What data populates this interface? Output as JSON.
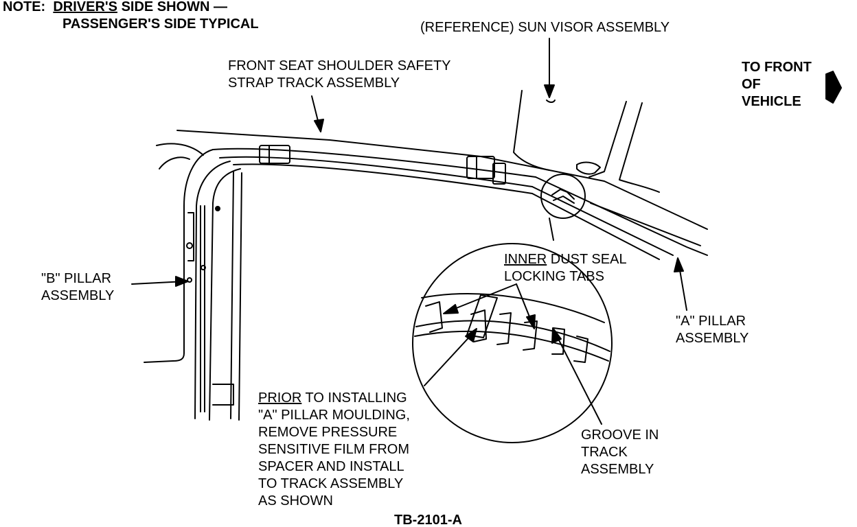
{
  "note": {
    "prefix": "NOTE:",
    "line1_underlined": "DRIVER'S",
    "line1_rest": " SIDE SHOWN —",
    "line2": "PASSENGER'S SIDE TYPICAL"
  },
  "sun_visor": "(REFERENCE) SUN VISOR ASSEMBLY",
  "track": {
    "line1": "FRONT SEAT SHOULDER  SAFETY",
    "line2": "STRAP TRACK ASSEMBLY"
  },
  "to_front": {
    "line1": "TO FRONT",
    "line2": "OF",
    "line3": "VEHICLE"
  },
  "b_pillar": {
    "line1": "\"B\" PILLAR",
    "line2": "ASSEMBLY"
  },
  "a_pillar": {
    "line1": "\"A\" PILLAR",
    "line2": "ASSEMBLY"
  },
  "inner_tabs": {
    "underlined": "INNER",
    "rest": " DUST SEAL",
    "line2": "LOCKING TABS"
  },
  "prior": {
    "underlined": "PRIOR",
    "rest": " TO INSTALLING",
    "line2": "\"A\" PILLAR MOULDING,",
    "line3": "REMOVE PRESSURE",
    "line4": "SENSITIVE FILM FROM",
    "line5": "SPACER AND INSTALL",
    "line6": "TO TRACK ASSEMBLY",
    "line7": "AS SHOWN"
  },
  "groove": {
    "line1": "GROOVE IN",
    "line2": "TRACK",
    "line3": "ASSEMBLY"
  },
  "figure_id": "TB-2101-A",
  "colors": {
    "ink": "#000000",
    "paper": "#ffffff"
  }
}
